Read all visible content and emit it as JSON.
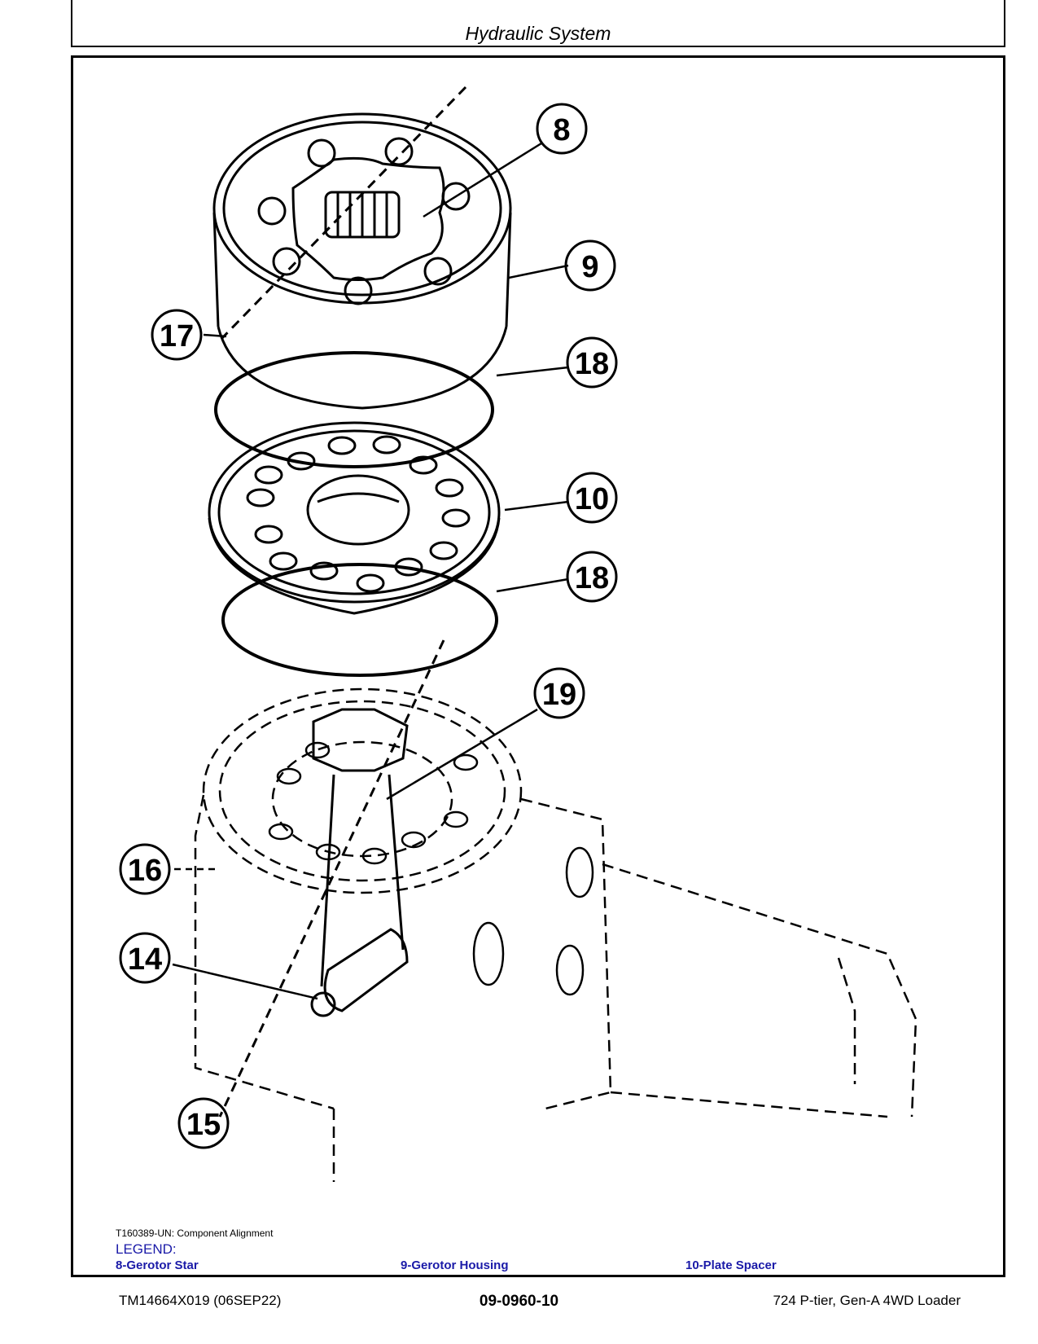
{
  "header": {
    "title": "Hydraulic System"
  },
  "figure": {
    "caption": "T160389-UN: Component Alignment",
    "callouts": [
      "8",
      "9",
      "17",
      "18",
      "10",
      "18",
      "19",
      "16",
      "14",
      "15"
    ]
  },
  "legend": {
    "title": "LEGEND:",
    "items": [
      "8-Gerotor Star",
      "9-Gerotor Housing",
      "10-Plate Spacer"
    ]
  },
  "footer": {
    "left": "TM14664X019 (06SEP22)",
    "center": "09-0960-10",
    "right": "724 P-tier, Gen-A 4WD Loader"
  }
}
